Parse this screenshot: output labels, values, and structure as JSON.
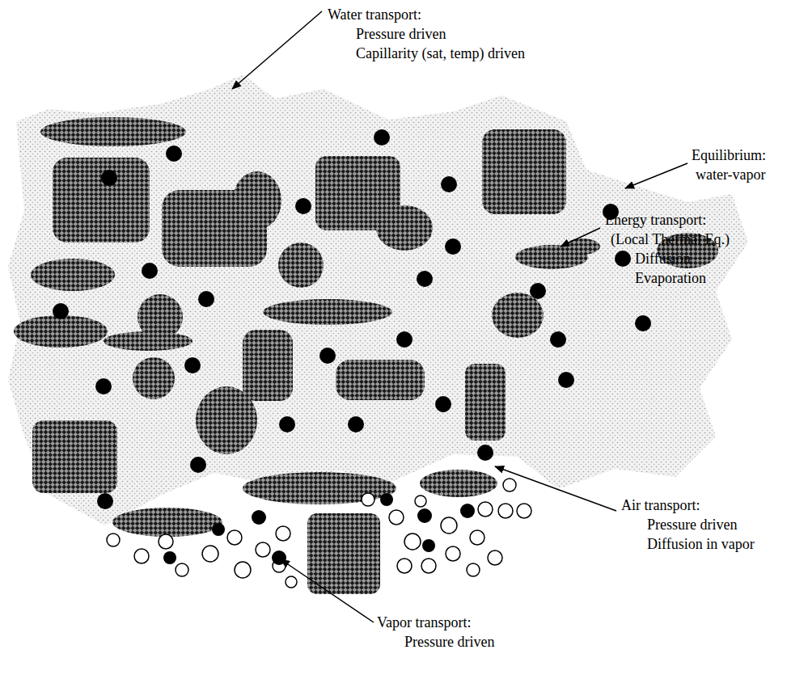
{
  "diagram": {
    "labels": [
      "Water transport:",
      "Pressure driven",
      "Capillarity (sat, temp) driven",
      "Equilibrium:",
      "water-vapor",
      "Energy transport:",
      "(Local Thermal Eq.)",
      "Diffusion",
      "Evaporation",
      "Air transport:",
      "Pressure driven",
      "Diffusion in vapor",
      "Vapor transport:",
      "Pressure driven"
    ]
  }
}
